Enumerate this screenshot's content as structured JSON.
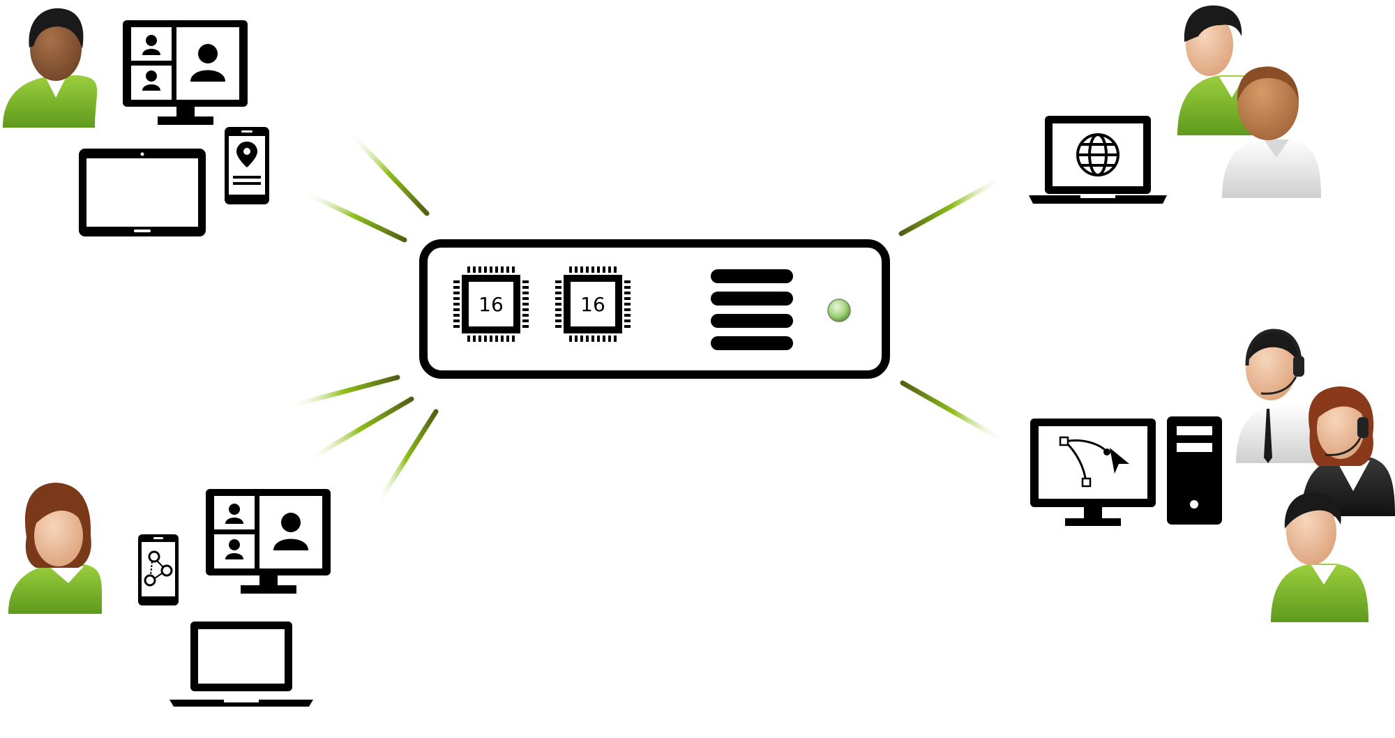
{
  "colors": {
    "link_green": "#8fbf1c",
    "link_dark": "#5a6a10",
    "shirt_green": "#7ab52a",
    "shirt_white": "#f2f2f2",
    "skin_light": "#f3c9a8",
    "skin_medium": "#c98a5a",
    "skin_dark": "#7a4a2a",
    "hair_dark": "#222222",
    "hair_brown": "#7a3a1a",
    "device_black": "#000000",
    "server_led": "#9fd27a"
  },
  "server": {
    "chips": [
      {
        "label": "16"
      },
      {
        "label": "16"
      }
    ],
    "icons": [
      "cpu-chip-icon",
      "cpu-chip-icon",
      "drive-stack-icon",
      "status-led-icon"
    ]
  },
  "groups": [
    {
      "name": "top-left",
      "icons": [
        "user-green-icon",
        "video-conference-monitor-icon",
        "tablet-icon",
        "phone-location-icon"
      ]
    },
    {
      "name": "bottom-left",
      "icons": [
        "user-female-icon",
        "phone-network-icon",
        "video-conference-monitor-icon",
        "laptop-icon"
      ]
    },
    {
      "name": "top-right",
      "icons": [
        "laptop-globe-icon",
        "user-green-icon",
        "user-white-shirt-icon"
      ]
    },
    {
      "name": "bottom-right",
      "icons": [
        "design-workstation-icon",
        "tower-pc-icon",
        "support-agent-male-icon",
        "support-agent-female-icon",
        "user-green-icon"
      ]
    }
  ]
}
